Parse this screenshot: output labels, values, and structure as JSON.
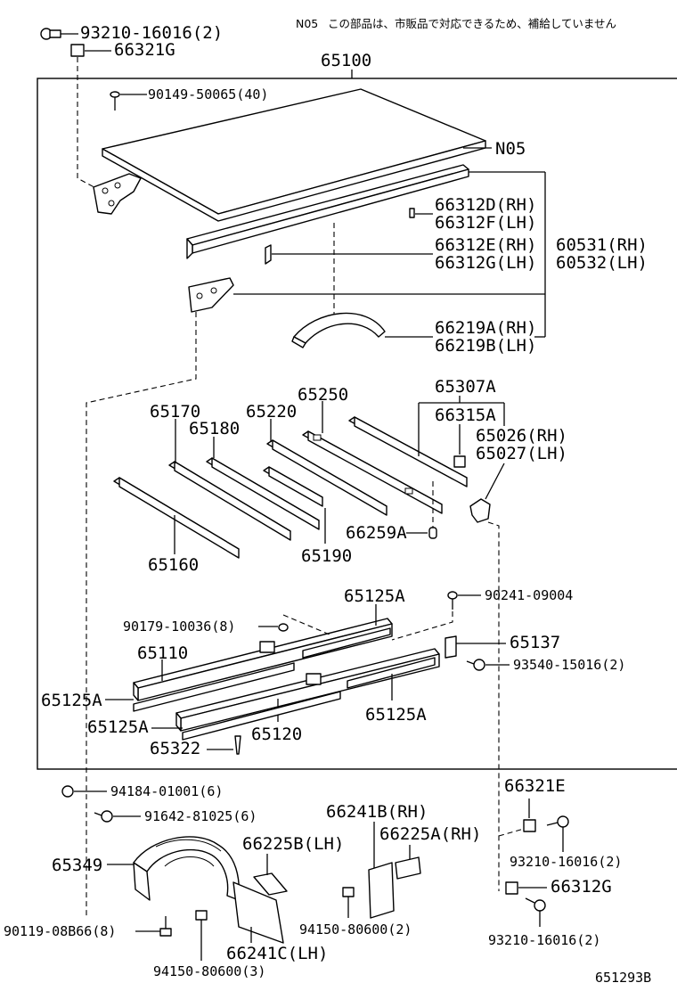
{
  "note": {
    "code": "N05",
    "text": "この部品は、市販品で対応できるため、補給していません"
  },
  "assembly_number": "65100",
  "figure_id": "651293B",
  "labels": {
    "top_bolt": "93210-16016(2)",
    "top_nut": "66321G",
    "screw": "90149-50065(40)",
    "n05": "N05",
    "strip_d": "66312D(RH)",
    "strip_f": "66312F(LH)",
    "strip_e": "66312E(RH)",
    "strip_g": "66312G(LH)",
    "panel_rh": "60531(RH)",
    "panel_lh": "60532(LH)",
    "trim_a": "66219A(RH)",
    "trim_b": "66219B(LH)",
    "p65307a": "65307A",
    "p66315a": "66315A",
    "p65026": "65026(RH)",
    "p65027": "65027(LH)",
    "p65170": "65170",
    "p65180": "65180",
    "p65220": "65220",
    "p65250": "65250",
    "p65160": "65160",
    "p65190": "65190",
    "p66259a": "66259A",
    "p65125a_top": "65125A",
    "p90241": "90241-09004",
    "p90179": "90179-10036(8)",
    "p65110": "65110",
    "p65137": "65137",
    "p93540": "93540-15016(2)",
    "p65125a_left": "65125A",
    "p65125a_mid": "65125A",
    "p65125a_right": "65125A",
    "p65120": "65120",
    "p65322": "65322",
    "p94184": "94184-01001(6)",
    "p91642": "91642-81025(6)",
    "p66321e": "66321E",
    "p66241b": "66241B(RH)",
    "p66225a": "66225A(RH)",
    "p65349": "65349",
    "p66225b": "66225B(LH)",
    "p93210_r1": "93210-16016(2)",
    "p66312g_r": "66312G",
    "p90119": "90119-08B66(8)",
    "p94150_2": "94150-80600(2)",
    "p66241c": "66241C(LH)",
    "p94150_3": "94150-80600(3)",
    "p93210_r2": "93210-16016(2)"
  }
}
